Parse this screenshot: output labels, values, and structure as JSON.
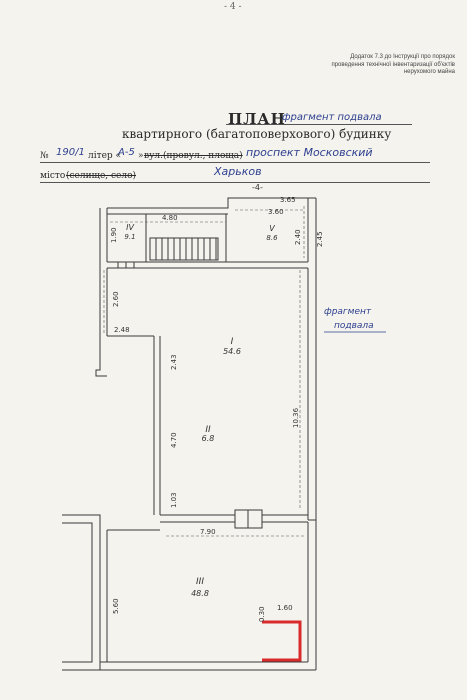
{
  "header": {
    "page_number": "- 4 -",
    "annex_lines": [
      "Додаток 7.3 до Інструкції про порядок",
      "проведення технічної інвентаризації об'єктів",
      "нерухомого майна"
    ]
  },
  "title": {
    "main": "ПЛАН",
    "handwritten": "фрагмент подвала",
    "subtitle": "квартирного (багатоповерхового) будинку"
  },
  "address": {
    "number_label": "№",
    "number_value": "190/1",
    "liter_label": "літер «",
    "liter_value": "А-5",
    "liter_close": "»",
    "street_label": "вул.(провул., площа)",
    "street_value": "проспект Московский",
    "city_label": "місто",
    "city_alt": "(селище, село)",
    "city_value": "Харьков"
  },
  "plan": {
    "side_note_line1": "фрагмент",
    "side_note_line2": "подвала",
    "floor_mark": "-4-",
    "rooms": [
      {
        "id": "I",
        "area": "54.6"
      },
      {
        "id": "II",
        "area": "6.8"
      },
      {
        "id": "III",
        "area": "48.8"
      },
      {
        "id": "IV",
        "area": "9.1"
      },
      {
        "id": "V",
        "area": "8.6"
      }
    ],
    "dimensions": {
      "top_left": "4.80",
      "top_right_outer": "3.65",
      "top_right_inner": "3.60",
      "left_iv": "1.90",
      "right_v_inner": "2.40",
      "right_v_outer": "2.45",
      "left_upper": "2.60",
      "ledge": "2.48",
      "inner_vertical": "2.43",
      "right_main": "10.36",
      "inner_lower": "4.70",
      "inner_bottom": "1.03",
      "bottom_width": "7.90",
      "bottom_left": "5.60",
      "corner_v": "0.30",
      "corner_h": "1.60"
    }
  }
}
